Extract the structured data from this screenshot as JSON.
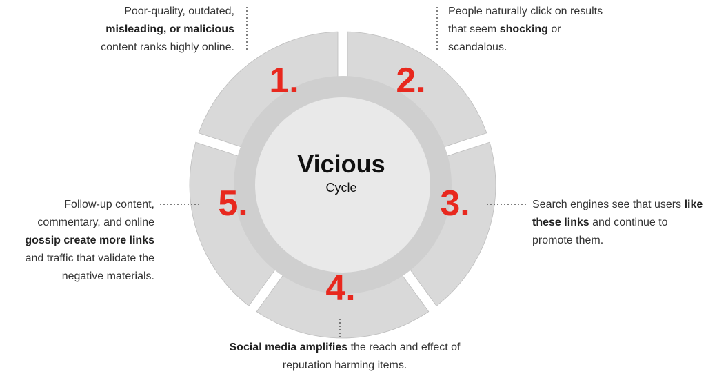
{
  "center": {
    "title": "Vicious",
    "subtitle": "Cycle"
  },
  "steps": [
    {
      "number": "1.",
      "parts": [
        {
          "text": "Poor-quality, outdated, ",
          "bold": false
        },
        {
          "text": "misleading, or malicious",
          "bold": true
        },
        {
          "text": " content ranks highly online.",
          "bold": false
        }
      ]
    },
    {
      "number": "2.",
      "parts": [
        {
          "text": "People naturally click on results that seem ",
          "bold": false
        },
        {
          "text": "shocking",
          "bold": true
        },
        {
          "text": " or scandalous.",
          "bold": false
        }
      ]
    },
    {
      "number": "3.",
      "parts": [
        {
          "text": "Search engines see that users ",
          "bold": false
        },
        {
          "text": "like these links",
          "bold": true
        },
        {
          "text": " and continue to promote them.",
          "bold": false
        }
      ]
    },
    {
      "number": "4.",
      "parts": [
        {
          "text": "Social media amplifies",
          "bold": true
        },
        {
          "text": " the reach and effect of reputation harming items.",
          "bold": false
        }
      ]
    },
    {
      "number": "5.",
      "parts": [
        {
          "text": "Follow-up content, commentary, and online ",
          "bold": false
        },
        {
          "text": "gossip create more links",
          "bold": true
        },
        {
          "text": " and traffic that validate the negative materials.",
          "bold": false
        }
      ]
    }
  ],
  "colors": {
    "segment": "#d9d9d9",
    "segment_stroke": "#bdbdbd",
    "ring": "#cfcfcf",
    "inner": "#e9e9e9",
    "number": "#e8281e",
    "title": "#111111",
    "connector": "#555555"
  }
}
